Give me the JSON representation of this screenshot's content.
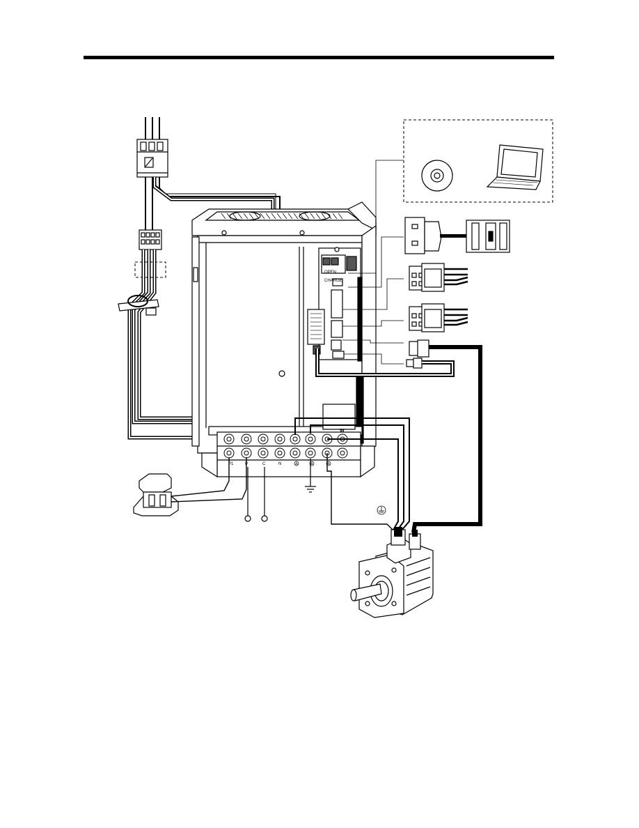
{
  "page": {
    "rule_color": "#000000"
  },
  "drive": {
    "charge_text": "CHARGE",
    "open_text": "OPEN"
  },
  "terminal_block": {
    "upper_labels": [
      "",
      "",
      "",
      "",
      "",
      "",
      "",
      "W"
    ],
    "lower_labels": [
      "P1",
      "P",
      "C",
      "N",
      "",
      "",
      "",
      ""
    ]
  },
  "colors": {
    "line": "#000000",
    "background": "#ffffff",
    "shade": "#555555"
  },
  "icons": [
    "circuit-breaker-icon",
    "contactor-icon",
    "noise-filter-icon",
    "cd-rom-icon",
    "laptop-icon",
    "connector-icon",
    "reactor-icon",
    "ground-icon",
    "servo-motor-icon"
  ]
}
